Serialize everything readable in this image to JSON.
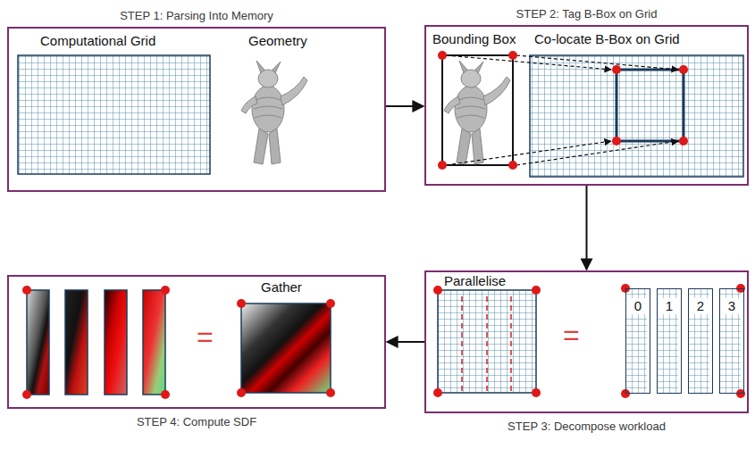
{
  "diagram": {
    "nodes": [
      {
        "text": [
          "STEP 1: Parsing Into Memory"
        ]
      },
      {
        "text": [
          "STEP 2: Tag B-Box on Grid"
        ]
      },
      {
        "text": [
          "STEP 3: Decompose workload"
        ]
      },
      {
        "text": [
          "STEP 4: Compute SDF"
        ]
      },
      {
        "text": [
          "0"
        ],
        "in": 2
      },
      {
        "text": [
          "1"
        ],
        "in": 2
      },
      {
        "text": [
          "2"
        ],
        "in": 2
      },
      {
        "text": [
          "3"
        ],
        "in": 2
      }
    ],
    "edges": [
      {
        "from": 0,
        "to": 1,
        "arrow": "to"
      },
      {
        "from": 1,
        "to": 2,
        "arrow": "to"
      },
      {
        "from": 2,
        "to": 3,
        "arrow": "to"
      }
    ],
    "labels": [
      "Computational Grid",
      "Geometry",
      "Bounding Box",
      "Co-locate B-Box on Grid",
      "Parallelise",
      "=",
      "Gather",
      "="
    ]
  }
}
